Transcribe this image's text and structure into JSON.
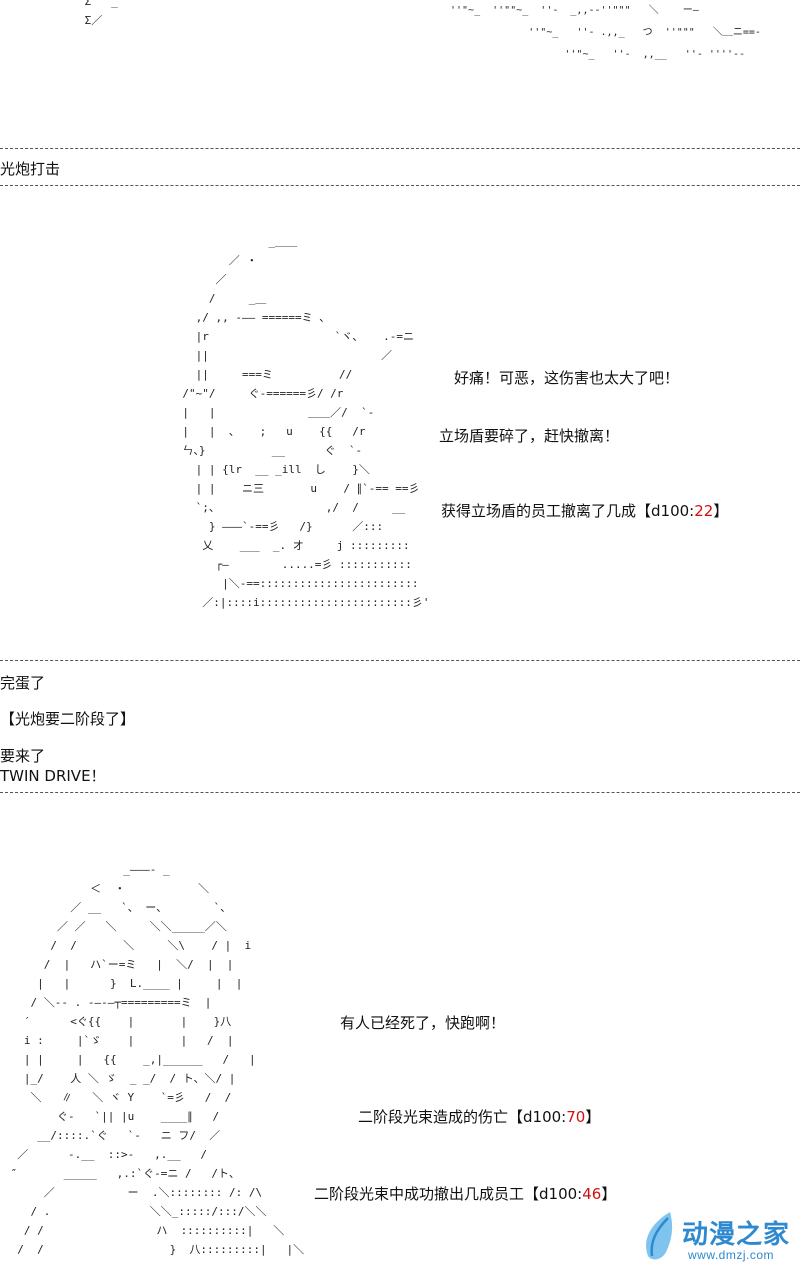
{
  "top_art": {
    "left": " Σ  '_\n Σ／",
    "right": "''\"~_  ''\"\"~_  ''-  _,,--''\"\"\"   ＼    ー―\n             ''\"~_   ''- .,,_   つ  ''\"\"\"   ＼＿ニ==-\n                   ''\"~_   ''-  ,,__   ''- ''''--"
  },
  "section1": {
    "heading": "光炮打击",
    "art": "                    _＿＿\n              ／ ・\n            ／\n           /     _＿\n         ,/ ,, -―― ======ミ 、\n         |r                   `ヾ、   .-=ニ\n         ||                          ／\n         ||     ===ミ          //\n       /\"~\"/     ぐ-======彡/ /r\n       |   |              ＿＿／/  `-\n       |   |  、   ;   u    {{   /r\n       ㄣ、}          __      ぐ  `-\n         | | {lr  __ _ill  し    }＼\n         | |    ニ三       u    / ∥`-== ==彡\n         `;、                ,/  /     __\n           } ―――`-==彡   /}      ／:::\n          乂    ___  _. オ     j :::::::::\n            ┌―        .....=彡 :::::::::::\n             |＼-==::::::::::::::::::::::::\n          ／:|::::i:::::::::::::::::::::::彡'",
    "lines": [
      "好痛！可恶，这伤害也太大了吧！",
      "立场盾要碎了，赶快撤离！"
    ],
    "roll": {
      "text": "获得立场盾的员工撤离了几成【d100:",
      "value": "22",
      "close": "】"
    }
  },
  "section2": {
    "lines": [
      "完蛋了",
      "【光炮要二阶段了】",
      "要来了",
      "TWIN DRIVE！"
    ]
  },
  "section3": {
    "art": "                  _―――- _\n             ＜  ・           ＼\n          ／ __   `、 ー、       `、\n        ／ ／   ＼     ＼＼_____／＼\n       /  /       ＼     ＼\\    / |  i\n      /  |   ハ`ー=ミ   |  ＼/  |  |\n     |   |      }  L.____ |     |  |\n    / ＼-‐ . ‐―-―┬=========ミ  |\n   ′      <ぐ{{    |       |    }八\n   i :     |`ゞ    |       |   /  |\n   | |     |   {{    _,|______   /   |\n   |_/    人 ＼ ゞ  _ _/  / ト、＼/ |\n    ＼   ∥   ＼ ヾ Y    `=彡   /  /\n        ぐ-   `|| |u    ____∥   /\n     __/::::.`ぐ   `-   ニ フ/  ／\n  ／      ‐.__  ::>-   ,.__   /\n ″       _____   ,.:`ぐ-=ニ /   /ト、\n      ／           ー  .＼:::::::: /: /\\\n    / .               ＼＼_:::::/:::/＼＼\n   / /                 ハ  ::::::::::|   ＼\n  /  /                   }  八:::::::::|   |＼",
    "line1": "有人已经死了，快跑啊！",
    "roll1": {
      "text": "二阶段光束造成的伤亡【d100:",
      "value": "70",
      "close": "】"
    },
    "roll2": {
      "text": "二阶段光束中成功撤出几成员工【d100:",
      "value": "46",
      "close": "】"
    }
  },
  "watermark": {
    "brand": "动漫之家",
    "url": "www.dmzj.com",
    "colors": {
      "accent": "#2e89cf",
      "accent_light": "#7fc3ef"
    }
  },
  "colors": {
    "dice": "#d01010",
    "separator": "#555555"
  }
}
